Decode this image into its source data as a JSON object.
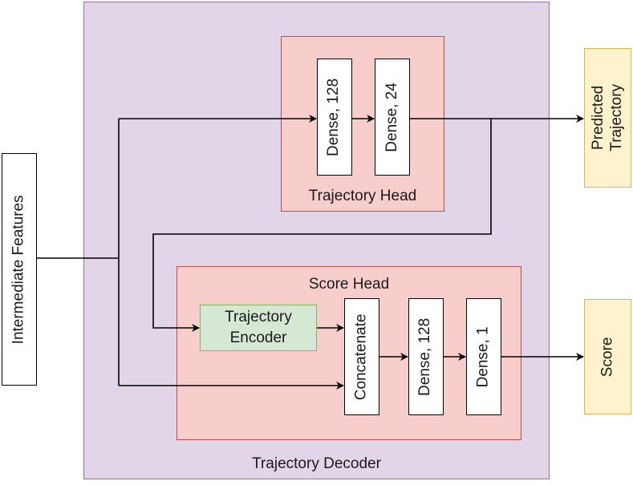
{
  "decoder": {
    "label": "Trajectory Decoder"
  },
  "input": {
    "label": "Intermediate Features"
  },
  "trajectory_head": {
    "label": "Trajectory Head",
    "layers": [
      "Dense, 128",
      "Dense, 24"
    ]
  },
  "score_head": {
    "label": "Score Head",
    "encoder": [
      "Trajectory",
      "Encoder"
    ],
    "concat": "Concatenate",
    "layers": [
      "Dense, 128",
      "Dense, 1"
    ]
  },
  "outputs": {
    "predicted": [
      "Predicted",
      "Trajectory"
    ],
    "score": "Score"
  },
  "colors": {
    "decoder_fill": "#e1d5e7",
    "head_fill": "#f8cecc",
    "encoder_fill": "#d5e8d4",
    "output_fill": "#fff2cc"
  }
}
